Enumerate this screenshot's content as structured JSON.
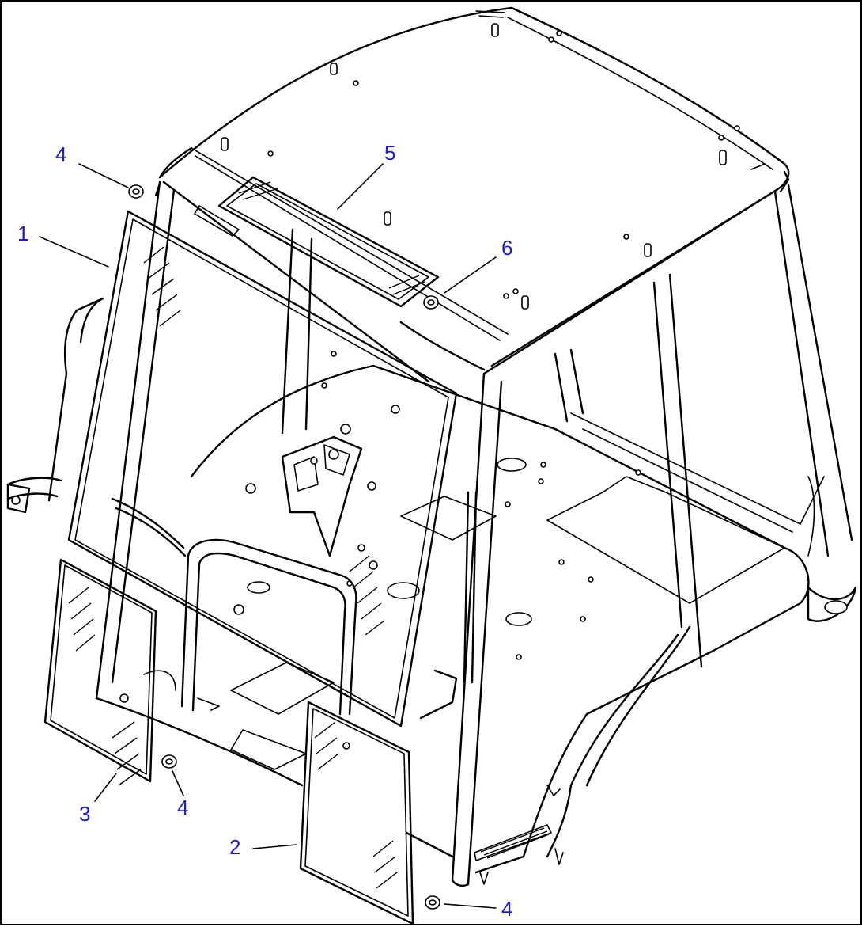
{
  "diagram": {
    "label_color": "#1a1adb",
    "line_color": "#000000",
    "callouts": [
      {
        "id": "c1",
        "text": "1"
      },
      {
        "id": "c2",
        "text": "2"
      },
      {
        "id": "c3",
        "text": "3"
      },
      {
        "id": "c4a",
        "text": "4"
      },
      {
        "id": "c4b",
        "text": "4"
      },
      {
        "id": "c4c",
        "text": "4"
      },
      {
        "id": "c5",
        "text": "5"
      },
      {
        "id": "c6",
        "text": "6"
      }
    ]
  }
}
